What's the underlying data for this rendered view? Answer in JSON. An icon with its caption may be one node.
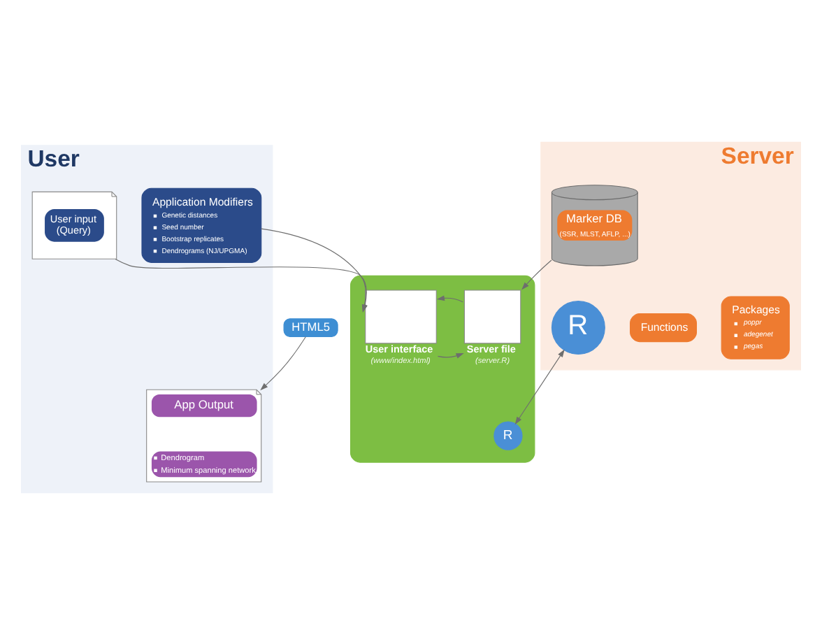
{
  "diagram": {
    "nodes": [
      {
        "text": [
          "User"
        ]
      },
      {
        "text": [
          "Server"
        ]
      },
      {
        "text": [
          "User input (Query)"
        ],
        "in": 0
      },
      {
        "text": [
          "Marker DB",
          "(SSR, MLST, AFLP, ...)"
        ],
        "in": 1
      },
      {
        "text": [
          "Application Modifiers",
          "Genetic distances",
          "Seed number",
          "Bootstrap replicates",
          "Dendrograms (NJ/UPGMA)"
        ],
        "in": 0
      },
      {
        "text": [],
        "shape": "box"
      },
      {
        "text": [
          "User interface",
          "(www/index.html)"
        ],
        "in": 5
      },
      {
        "text": [
          "Server file",
          "(server.R)"
        ],
        "in": 5
      },
      {
        "text": [
          "R"
        ],
        "in": 5
      },
      {
        "text": [
          "R"
        ],
        "in": 1
      },
      {
        "text": [
          "Functions"
        ],
        "in": 1
      },
      {
        "text": [
          "HTML5"
        ]
      },
      {
        "text": [
          "Packages",
          "poppr",
          "adegenet",
          "pegas"
        ],
        "in": 1
      },
      {
        "text": [
          "App Output",
          "Dendrogram",
          "Minimum spanning network"
        ],
        "in": 0
      }
    ],
    "edges": [
      {
        "from": 2,
        "to": 6,
        "arrow": "to"
      },
      {
        "from": 4,
        "to": 6,
        "arrow": "to"
      },
      {
        "from": 3,
        "to": 7,
        "arrow": "to"
      },
      {
        "from": 6,
        "to": 7,
        "arrow": "to"
      },
      {
        "from": 7,
        "to": 6,
        "arrow": "to"
      },
      {
        "from": 8,
        "to": 9,
        "arrow": "both"
      },
      {
        "from": 11,
        "to": 13,
        "arrow": "to"
      }
    ]
  }
}
